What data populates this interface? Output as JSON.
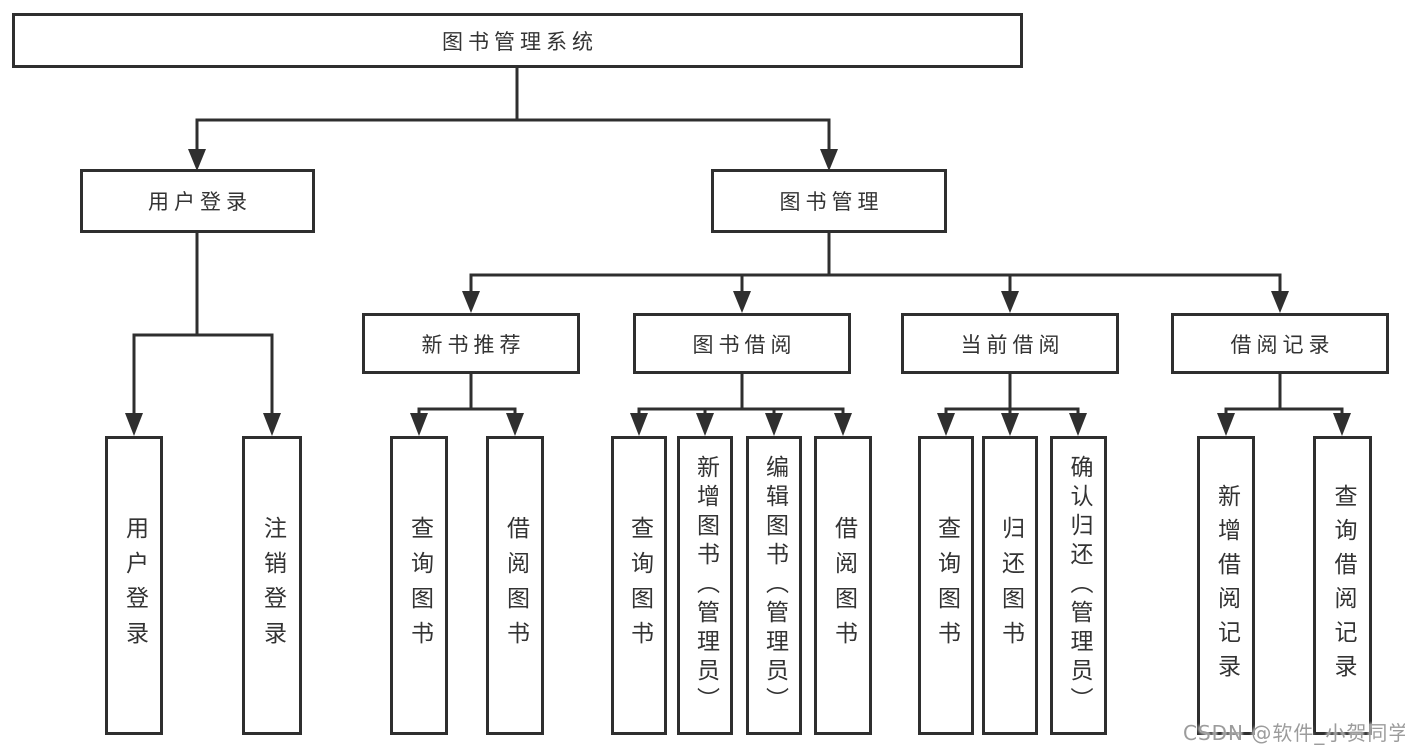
{
  "diagram": {
    "root": {
      "label": "图书管理系统"
    },
    "level2": [
      {
        "label": "用户登录"
      },
      {
        "label": "图书管理"
      }
    ],
    "level3": [
      {
        "label": "新书推荐"
      },
      {
        "label": "图书借阅"
      },
      {
        "label": "当前借阅"
      },
      {
        "label": "借阅记录"
      }
    ],
    "leaves": [
      {
        "label": "用户登录"
      },
      {
        "label": "注销登录"
      },
      {
        "label": "查询图书"
      },
      {
        "label": "借阅图书"
      },
      {
        "label": "查询图书"
      },
      {
        "label": "新增图书（管理员）"
      },
      {
        "label": "编辑图书（管理员）"
      },
      {
        "label": "借阅图书"
      },
      {
        "label": "查询图书"
      },
      {
        "label": "归还图书"
      },
      {
        "label": "确认归还（管理员）"
      },
      {
        "label": "新增借阅记录"
      },
      {
        "label": "查询借阅记录"
      }
    ],
    "watermark": "CSDN @软件_小贺同学",
    "colors": {
      "line": "#2f2f2f",
      "border": "#2f2f2f",
      "text": "#333333",
      "watermark": "#9c9c9c",
      "background": "#ffffff"
    }
  }
}
